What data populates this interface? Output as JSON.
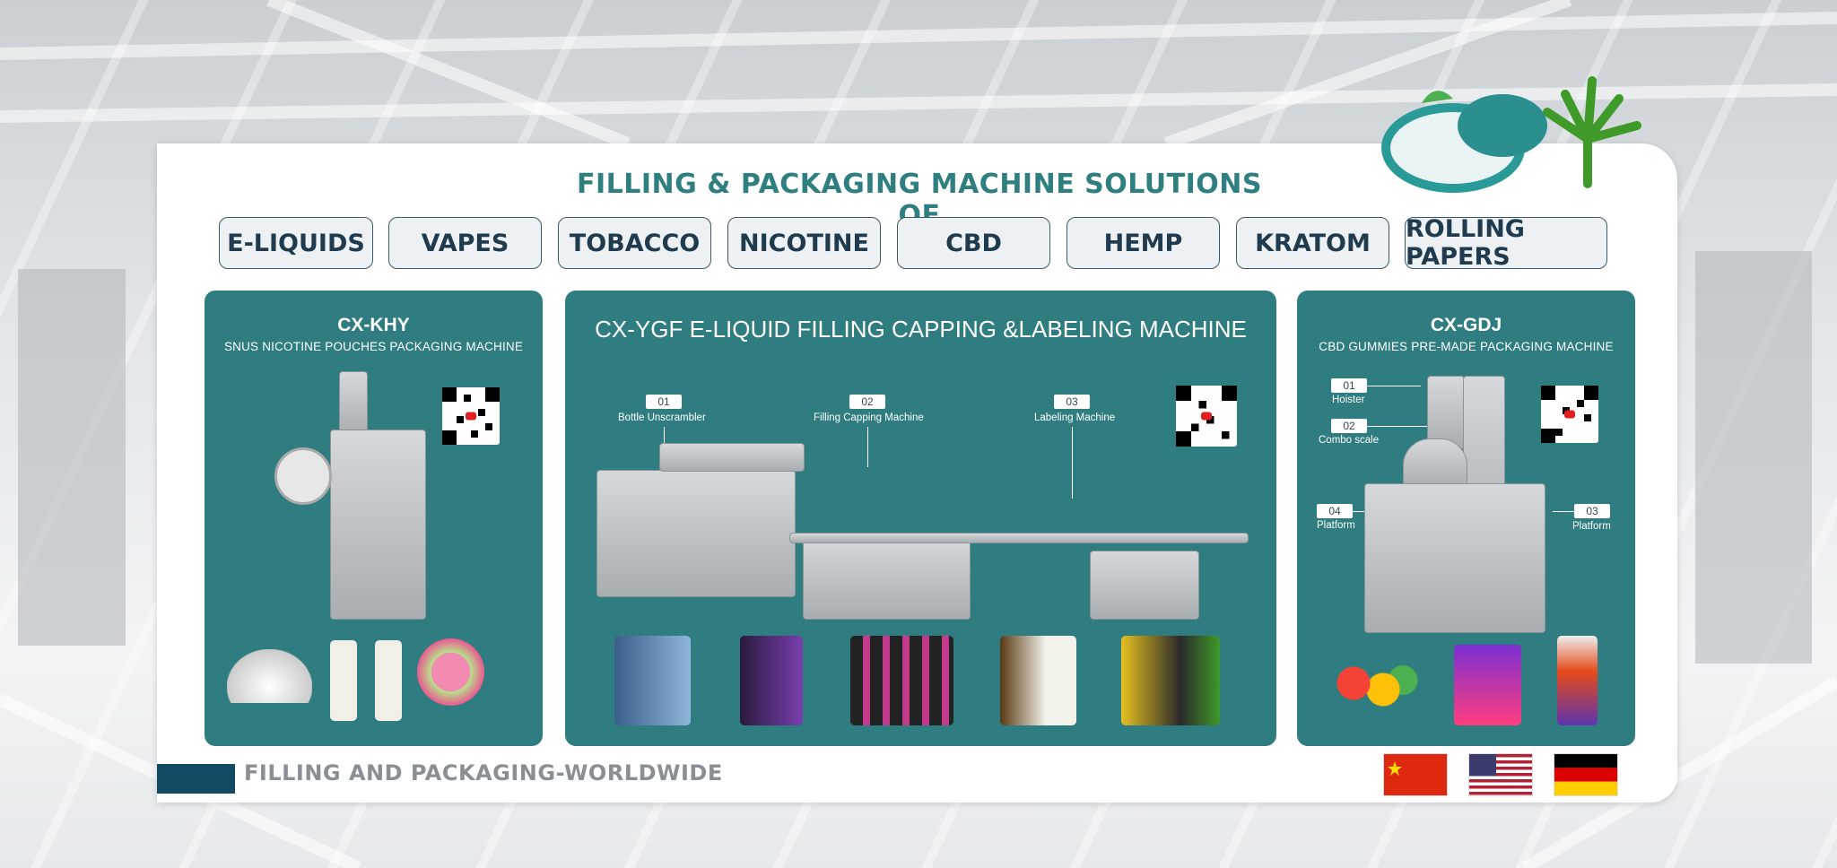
{
  "header": {
    "title": "FILLING & PACKAGING MACHINE SOLUTIONS OF"
  },
  "categories": [
    {
      "label": "E-LIQUIDS"
    },
    {
      "label": "VAPES"
    },
    {
      "label": "TOBACCO"
    },
    {
      "label": "NICOTINE"
    },
    {
      "label": "CBD"
    },
    {
      "label": "HEMP"
    },
    {
      "label": "KRATOM"
    },
    {
      "label": "ROLLING PAPERS"
    }
  ],
  "panels": {
    "left": {
      "model": "CX-KHY",
      "subtitle": "SNUS NICOTINE POUCHES PACKAGING MACHINE",
      "icons": [
        "qr-code-icon",
        "youtube-icon"
      ]
    },
    "center": {
      "title": "CX-YGF E-LIQUID FILLING CAPPING &LABELING MACHINE",
      "steps": [
        {
          "num": "01",
          "label": "Bottle Unscrambler"
        },
        {
          "num": "02",
          "label": "Filling Capping Machine"
        },
        {
          "num": "03",
          "label": "Labeling Machine"
        }
      ]
    },
    "right": {
      "model": "CX-GDJ",
      "subtitle": "CBD GUMMIES PRE-MADE PACKAGING MACHINE",
      "steps": [
        {
          "num": "01",
          "label": "Hoister"
        },
        {
          "num": "02",
          "label": "Combo scale"
        },
        {
          "num": "04",
          "label": "Platform"
        },
        {
          "num": "03",
          "label": "Platform"
        }
      ]
    }
  },
  "footer": {
    "text": "FILLING AND PACKAGING-WORLDWIDE",
    "flags": [
      "china-flag-icon",
      "usa-flag-icon",
      "germany-flag-icon"
    ]
  },
  "colors": {
    "panel": "#2f7d80",
    "title": "#2f7f80",
    "tab_text": "#1f3b4d",
    "footer_bar": "#124a63"
  }
}
